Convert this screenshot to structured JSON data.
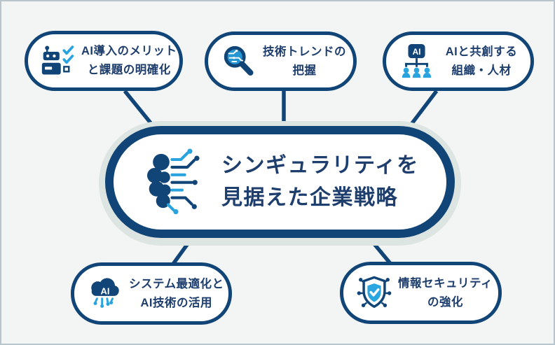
{
  "canvas": {
    "background": "#f3f5f4",
    "border_color": "#b9c5cd"
  },
  "colors": {
    "navy": "#114577",
    "text_navy": "#1e3e6d",
    "accent_blue": "#29a3de",
    "magnifier_fill": "#2596d1",
    "glow": "#dce5e2",
    "white": "#ffffff"
  },
  "center": {
    "icon": "brain-circuit-icon",
    "title_line1": "シンギュラリティを",
    "title_line2": "見据えた企業戦略"
  },
  "nodes": [
    {
      "id": "ai-adoption",
      "icon": "robot-checklist-icon",
      "line1": "AI導入のメリット",
      "line2": "と課題の明確化"
    },
    {
      "id": "tech-trends",
      "icon": "magnifier-circuit-icon",
      "line1": "技術トレンドの",
      "line2": "把握"
    },
    {
      "id": "ai-org",
      "icon": "ai-organization-icon",
      "line1": "AIと共創する",
      "line2": "組織・人材"
    },
    {
      "id": "system-opt",
      "icon": "ai-cloud-icon",
      "line1": "システム最適化と",
      "line2": "AI技術の活用"
    },
    {
      "id": "security",
      "icon": "shield-check-icon",
      "line1": "情報セキュリティ",
      "line2": "の強化"
    }
  ]
}
